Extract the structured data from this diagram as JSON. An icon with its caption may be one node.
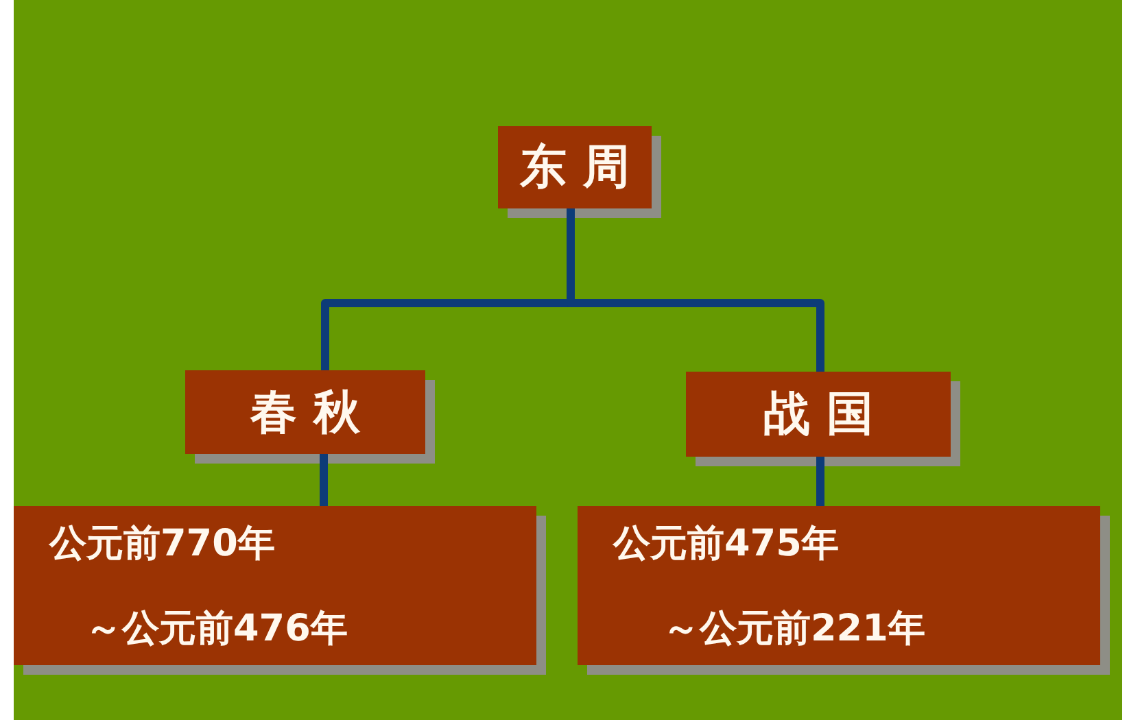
{
  "diagram": {
    "nodes": [
      {
        "text": [
          "东周"
        ]
      },
      {
        "text": [
          "春秋"
        ]
      },
      {
        "text": [
          "战国"
        ]
      },
      {
        "text": [
          "公元前770年",
          "～公元前476年"
        ]
      },
      {
        "text": [
          "公元前475年",
          "～公元前221年"
        ]
      }
    ],
    "edges": [
      {
        "from": 0,
        "to": 1,
        "arrow": "none"
      },
      {
        "from": 0,
        "to": 2,
        "arrow": "none"
      },
      {
        "from": 1,
        "to": 3,
        "arrow": "none"
      },
      {
        "from": 2,
        "to": 4,
        "arrow": "none"
      }
    ]
  }
}
